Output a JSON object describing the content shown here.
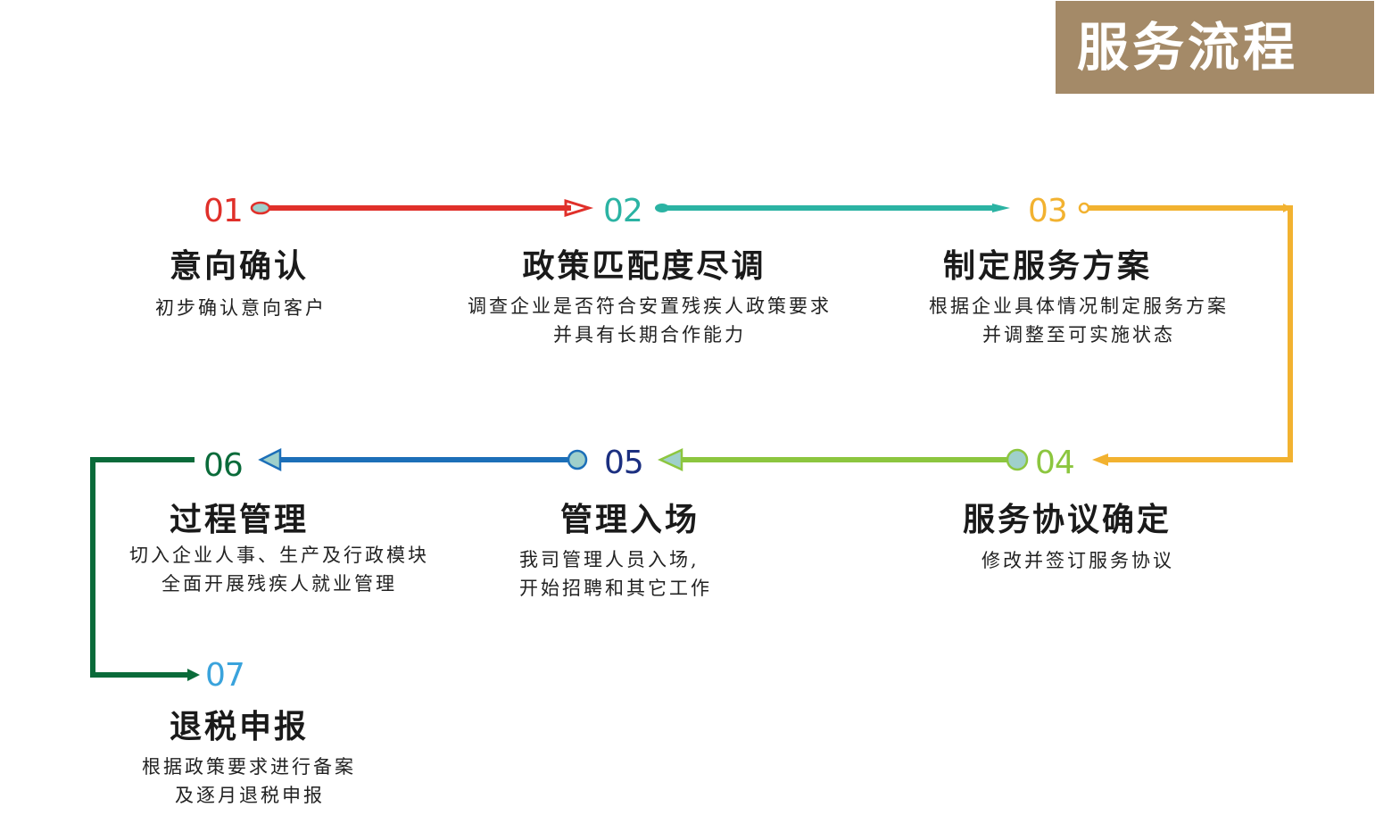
{
  "header": {
    "title": "服务流程",
    "bg_color": "#a48a68"
  },
  "steps": [
    {
      "num": "01",
      "title": "意向确认",
      "desc": [
        "初步确认意向客户"
      ],
      "color": "#e0302a"
    },
    {
      "num": "02",
      "title": "政策匹配度尽调",
      "desc": [
        "调查企业是否符合安置残疾人政策要求",
        "并具有长期合作能力"
      ],
      "color": "#2bb3a3"
    },
    {
      "num": "03",
      "title": "制定服务方案",
      "desc": [
        "根据企业具体情况制定服务方案",
        "并调整至可实施状态"
      ],
      "color": "#f2b230"
    },
    {
      "num": "04",
      "title": "服务协议确定",
      "desc": [
        "修改并签订服务协议"
      ],
      "color": "#8cc63f"
    },
    {
      "num": "05",
      "title": "管理入场",
      "desc": [
        "我司管理人员入场,",
        "开始招聘和其它工作"
      ],
      "color": "#1b2f80"
    },
    {
      "num": "06",
      "title": "过程管理",
      "desc": [
        "切入企业人事、生产及行政模块",
        "全面开展残疾人就业管理"
      ],
      "color": "#0a6b3a"
    },
    {
      "num": "07",
      "title": "退税申报",
      "desc": [
        "根据政策要求进行备案",
        "及逐月退税申报"
      ],
      "color": "#3aa3dc"
    }
  ]
}
